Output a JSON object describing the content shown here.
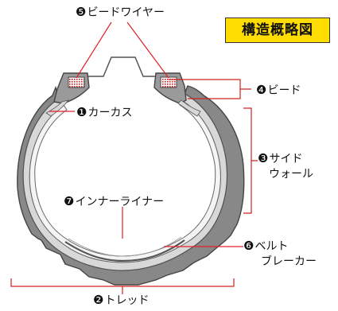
{
  "title": "構造概略図",
  "colors": {
    "badge_bg": "#ffdd00",
    "rubber": "#888888",
    "rubber_outline": "#444444",
    "ply": "#d8d8d8",
    "liner": "#f2f2f2",
    "lead_line_red": "#e0202a",
    "bracket": "#d02020"
  },
  "labels": {
    "bead_wire": {
      "num": "❺",
      "text": "ビードワイヤー"
    },
    "bead": {
      "num": "❹",
      "text": "ビード"
    },
    "carcass": {
      "num": "❶",
      "text": "カーカス"
    },
    "side_wall": {
      "num": "❸",
      "text": "サイド",
      "text2": "ウォール"
    },
    "inner_liner": {
      "num": "❼",
      "text": "インナーライナー"
    },
    "belt_breaker": {
      "num": "❻",
      "text": "ベルト",
      "text2": "ブレーカー"
    },
    "tread": {
      "num": "❷",
      "text": "トレッド"
    }
  }
}
